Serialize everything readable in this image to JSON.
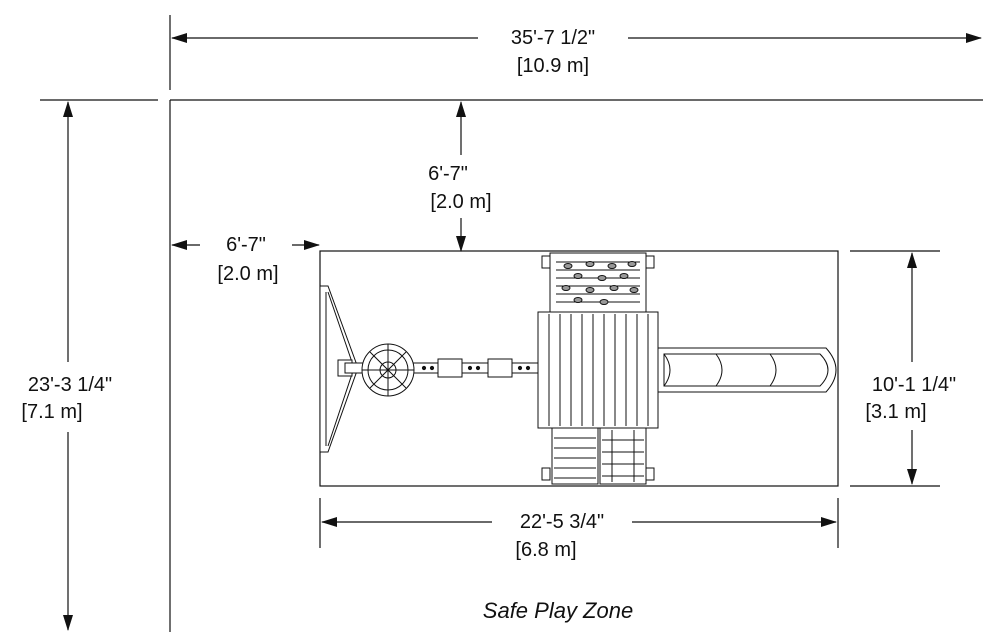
{
  "dimensions": {
    "overall_width": {
      "imperial": "35'-7 1/2\"",
      "metric": "[10.9 m]"
    },
    "overall_depth": {
      "imperial": "23'-3 1/4\"",
      "metric": "[7.1 m]"
    },
    "top_clearance": {
      "imperial": "6'-7\"",
      "metric": "[2.0 m]"
    },
    "left_clearance": {
      "imperial": "6'-7\"",
      "metric": "[2.0 m]"
    },
    "unit_depth": {
      "imperial": "10'-1 1/4\"",
      "metric": "[3.1 m]"
    },
    "unit_width": {
      "imperial": "22'-5 3/4\"",
      "metric": "[6.8 m]"
    }
  },
  "zone_label": "Safe Play Zone",
  "colors": {
    "line": "#111111",
    "fill": "#ffffff",
    "shade": "#d8d8d8"
  }
}
